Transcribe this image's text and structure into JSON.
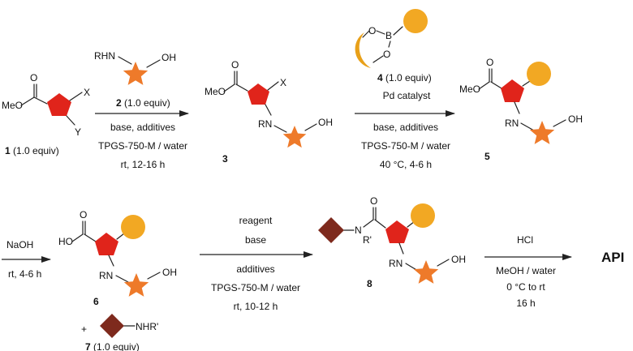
{
  "colors": {
    "pentagon": "#e0241b",
    "star": "#ee7a2a",
    "circle": "#f2a823",
    "moon": "#e8a019",
    "diamond": "#7e2a1d",
    "bond": "#222222"
  },
  "shapes": {
    "pentagon": "pentagon-shape",
    "star": "star-shape",
    "circle": "circle-shape",
    "crescent": "crescent-shape",
    "diamond": "diamond-shape"
  },
  "labels": {
    "MeO": "MeO",
    "O": "O",
    "X": "X",
    "Y": "Y",
    "RHN": "RHN",
    "OH": "OH",
    "RN": "RN",
    "B": "B",
    "HO": "HO",
    "N": "N",
    "R_prime": "R'",
    "NHR_prime": "NHR'",
    "plus": "+"
  },
  "compounds": {
    "c1": {
      "number": "1",
      "equiv": " (1.0 equiv)"
    },
    "c2": {
      "number": "2",
      "equiv": " (1.0 equiv)"
    },
    "c3": {
      "number": "3"
    },
    "c4": {
      "number": "4",
      "equiv": " (1.0 equiv)"
    },
    "c5": {
      "number": "5"
    },
    "c6": {
      "number": "6"
    },
    "c7": {
      "number": "7",
      "equiv": " (1.0 equiv)"
    },
    "c8": {
      "number": "8"
    }
  },
  "steps": {
    "step1": {
      "below": [
        "base, additives",
        "TPGS-750-M / water",
        "rt, 12-16 h"
      ]
    },
    "step2": {
      "above": "Pd catalyst",
      "below": [
        "base, additives",
        "TPGS-750-M / water",
        "40 °C, 4-6 h"
      ]
    },
    "step3": {
      "above": "NaOH",
      "below": "rt, 4-6 h"
    },
    "step4": {
      "above": [
        "reagent",
        "base"
      ],
      "below": [
        "additives",
        "TPGS-750-M / water",
        "rt, 10-12 h"
      ]
    },
    "step5": {
      "above": "HCl",
      "below": [
        "MeOH / water",
        "0 °C to rt",
        "16 h"
      ]
    }
  },
  "product": "API"
}
